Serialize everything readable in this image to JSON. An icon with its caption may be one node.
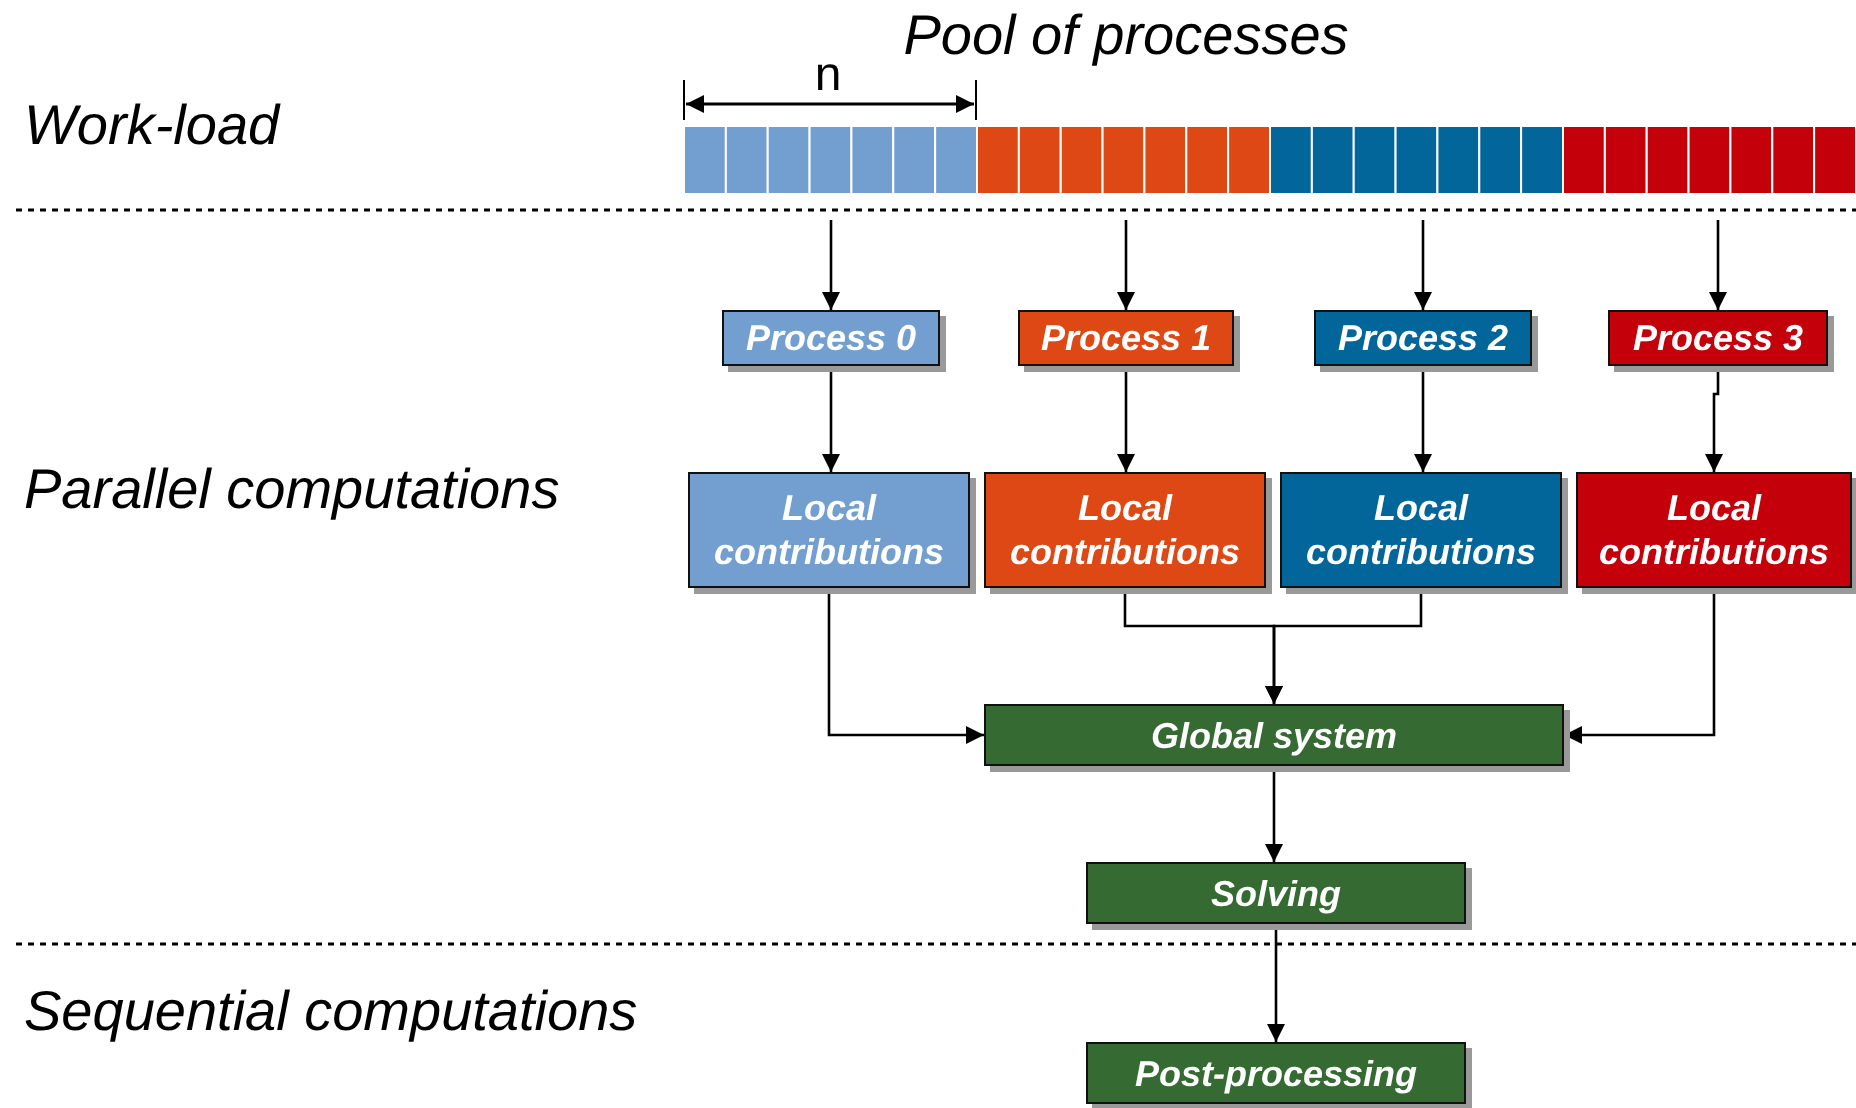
{
  "diagram": {
    "nodes": [
      {
        "text": [
          "Process 0"
        ]
      },
      {
        "text": [
          "Process 1"
        ]
      },
      {
        "text": [
          "Process 2"
        ]
      },
      {
        "text": [
          "Process 3"
        ]
      },
      {
        "text": [
          "Local contributions"
        ]
      },
      {
        "text": [
          "Local contributions"
        ]
      },
      {
        "text": [
          "Local contributions"
        ]
      },
      {
        "text": [
          "Local contributions"
        ]
      },
      {
        "text": [
          "Global system"
        ]
      },
      {
        "text": [
          "Solving"
        ]
      },
      {
        "text": [
          "Post-processing"
        ]
      }
    ],
    "edges": [
      {
        "from": null,
        "to": 0,
        "arrow": "to"
      },
      {
        "from": null,
        "to": 1,
        "arrow": "to"
      },
      {
        "from": null,
        "to": 2,
        "arrow": "to"
      },
      {
        "from": null,
        "to": 3,
        "arrow": "to"
      },
      {
        "from": 0,
        "to": 4,
        "arrow": "to"
      },
      {
        "from": 1,
        "to": 5,
        "arrow": "to"
      },
      {
        "from": 2,
        "to": 6,
        "arrow": "to"
      },
      {
        "from": 3,
        "to": 7,
        "arrow": "to"
      },
      {
        "from": 4,
        "to": 8,
        "arrow": "to"
      },
      {
        "from": 5,
        "to": 8,
        "arrow": "to"
      },
      {
        "from": 6,
        "to": 8,
        "arrow": "to"
      },
      {
        "from": 7,
        "to": 8,
        "arrow": "to"
      },
      {
        "from": 8,
        "to": 9,
        "arrow": "to"
      },
      {
        "from": 9,
        "to": 10,
        "arrow": "to"
      }
    ],
    "labels": [
      "Pool of processes",
      "n",
      "Work-load",
      "Parallel computations",
      "Sequential computations"
    ]
  }
}
